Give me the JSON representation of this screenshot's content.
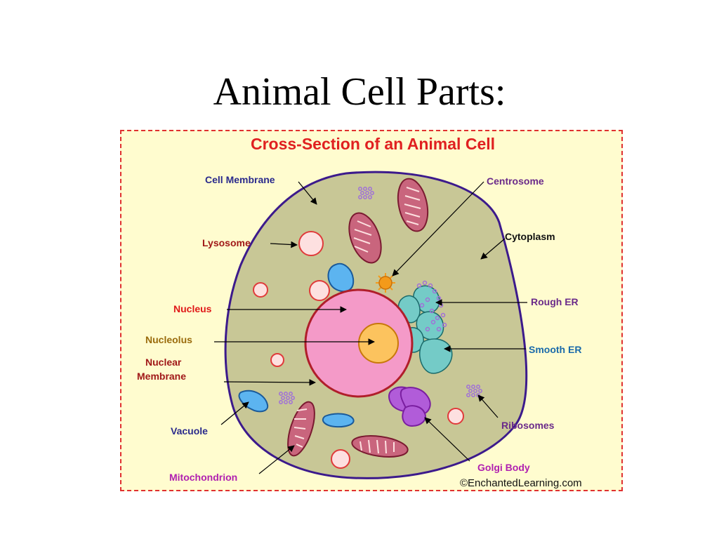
{
  "slide": {
    "title": "Animal Cell Parts:"
  },
  "figure": {
    "heading": "Cross-Section of an Animal Cell",
    "credit": "©EnchantedLearning.com",
    "labels": {
      "cell_membrane": "Cell Membrane",
      "centrosome": "Centrosome",
      "lysosome": "Lysosome",
      "cytoplasm": "Cytoplasm",
      "nucleus": "Nucleus",
      "rough_er": "Rough ER",
      "nucleolus": "Nucleolus",
      "smooth_er": "Smooth ER",
      "nuclear_membrane_line1": "Nuclear",
      "nuclear_membrane_line2": "Membrane",
      "vacuole": "Vacuole",
      "ribosomes": "Ribosomes",
      "golgi_body": "Golgi Body",
      "mitochondrion": "Mitochondrion"
    },
    "colors": {
      "frame_border": "#e03030",
      "frame_fill": "#fffccf",
      "heading": "#e02020",
      "cytoplasm": "#c8c796",
      "cell_membrane": "#3c1a8c",
      "nucleus": "#f49ac8",
      "nucleolus": "#fcc35e",
      "nuclear_membrane": "#b01e2a",
      "lysosome": "#fde0e0",
      "vacuole": "#5cb4f0",
      "mitochondrion": "#c9657d",
      "golgi_body": "#b15cd9",
      "er": "#74cbc7",
      "ribosome": "#a070d8",
      "centrosome": "#f49a1a",
      "label_navy": "#2a2a8c",
      "label_red": "#e01818",
      "label_brown": "#9a6b0c",
      "label_darkred": "#a01818",
      "label_purple": "#6a2a8a",
      "label_blue": "#1a6aaa",
      "label_magenta": "#b020b0"
    }
  }
}
